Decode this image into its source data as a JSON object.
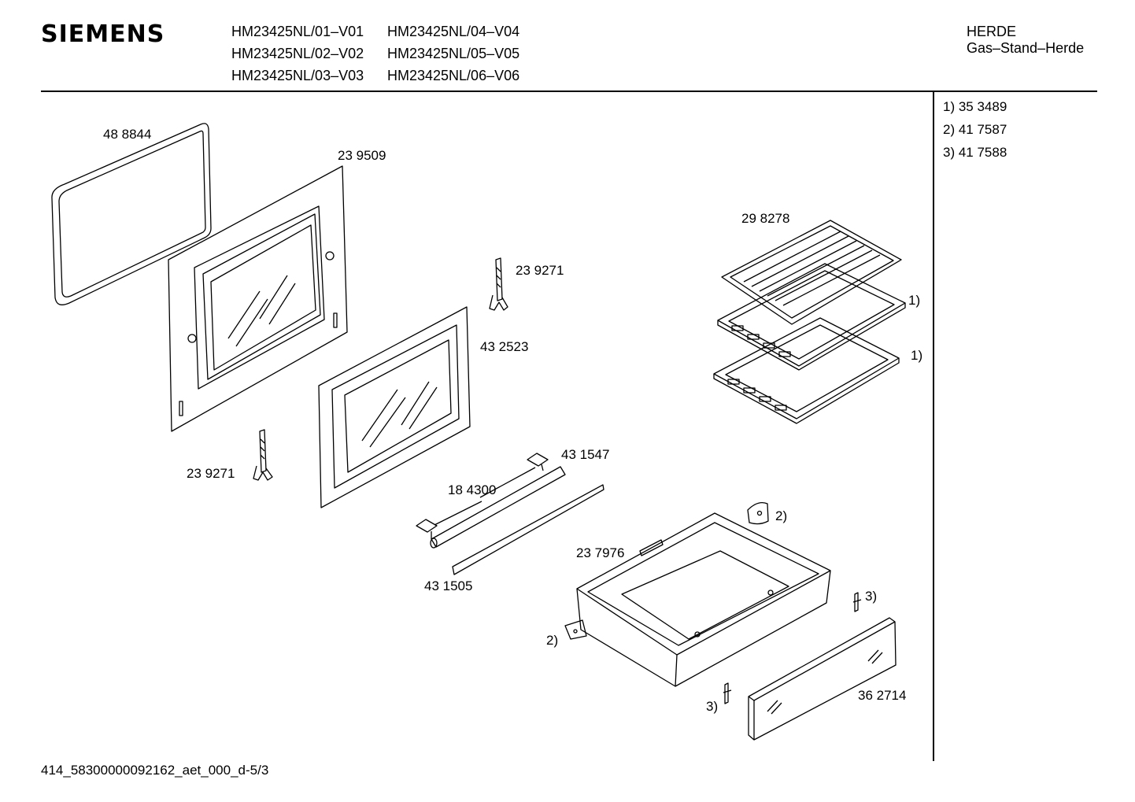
{
  "header": {
    "brand": "SIEMENS",
    "models": [
      "HM23425NL/01–V01",
      "HM23425NL/04–V04",
      "HM23425NL/02–V02",
      "HM23425NL/05–V05",
      "HM23425NL/03–V03",
      "HM23425NL/06–V06"
    ],
    "category_line1": "HERDE",
    "category_line2": "Gas–Stand–Herde"
  },
  "references": [
    "1) 35 3489",
    "2) 41 7587",
    "3) 41 7588"
  ],
  "labels": {
    "seal": "48 8844",
    "door_outer": "23 9509",
    "hinge_top": "23 9271",
    "door_inner": "43 2523",
    "hinge_bottom": "23 9271",
    "rack": "29 8278",
    "tray_1a": "1)",
    "tray_1b": "1)",
    "handle": "43 1547",
    "handle_end": "18 4300",
    "strip": "43 1505",
    "drawer": "23 7976",
    "bracket_2a": "2)",
    "bracket_2b": "2)",
    "clip_3a": "3)",
    "clip_3b": "3)",
    "drawer_front": "36 2714"
  },
  "footer": "414_58300000092162_aet_000_d-5/3"
}
